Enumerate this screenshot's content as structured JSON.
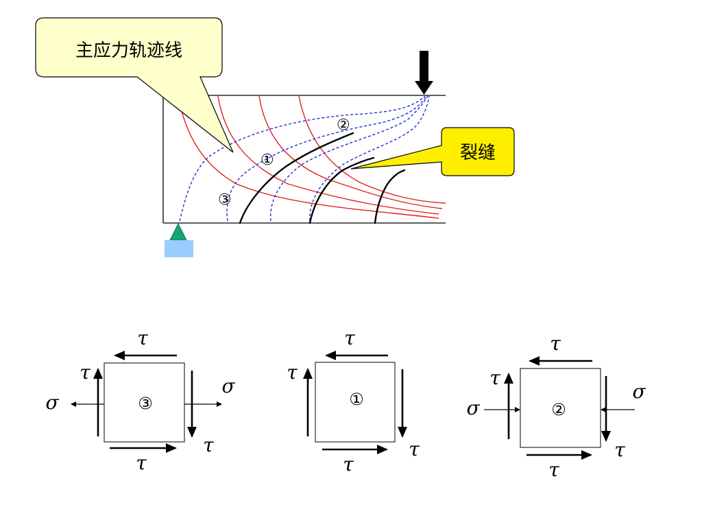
{
  "callouts": {
    "trajectory_label": "主应力轨迹线",
    "crack_label": "裂缝"
  },
  "beam_markers": {
    "one": "①",
    "two": "②",
    "three": "③"
  },
  "elements": [
    {
      "id": "three",
      "label": "③",
      "tau_top": "τ",
      "tau_bottom": "τ",
      "tau_left": "τ",
      "tau_right": "τ",
      "sigma_left": "σ",
      "sigma_right": "σ",
      "sigma_type": "tension"
    },
    {
      "id": "one",
      "label": "①",
      "tau_top": "τ",
      "tau_bottom": "τ",
      "tau_left": "τ",
      "tau_right": "τ"
    },
    {
      "id": "two",
      "label": "②",
      "tau_top": "τ",
      "tau_bottom": "τ",
      "tau_left": "τ",
      "tau_right": "τ",
      "sigma_left": "σ",
      "sigma_right": "σ",
      "sigma_type": "compression"
    }
  ],
  "colors": {
    "tension_trajectory": "#e0201c",
    "compression_trajectory": "#1a2fd6",
    "crack": "#000000",
    "callout_fill_light": "#ffffcc",
    "callout_fill_yellow": "#ffee00",
    "support_triangle": "#1aa37a",
    "support_base": "#99ccff"
  },
  "icons": {
    "load": "load-arrow-icon",
    "support": "pin-support-icon"
  }
}
